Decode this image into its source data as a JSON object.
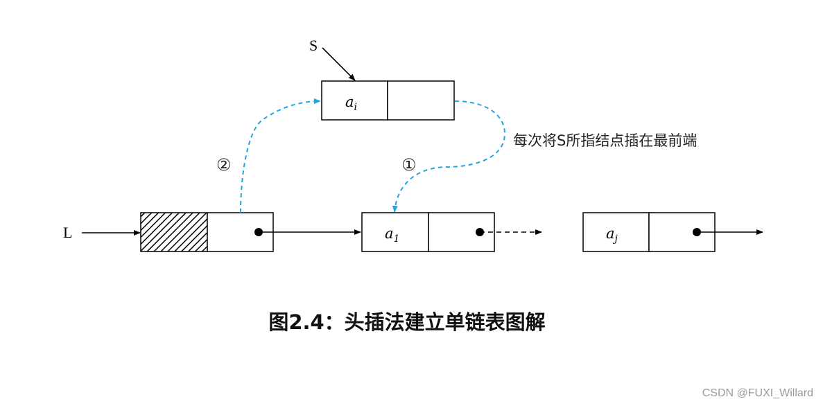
{
  "diagram": {
    "title": "图2.4：头插法建立单链表图解",
    "pointer_s": "S",
    "pointer_l": "L",
    "node_new": {
      "base": "a",
      "sub": "i"
    },
    "node_first": {
      "base": "a",
      "sub": "1"
    },
    "node_j": {
      "base": "a",
      "sub": "j"
    },
    "step_1": "①",
    "step_2": "②",
    "annotation": "每次将S所指结点插在最前端",
    "colors": {
      "line": "#000000",
      "step_arrow": "#1fa6e0",
      "hatch": "#000000"
    }
  },
  "watermark": "CSDN @FUXI_Willard"
}
